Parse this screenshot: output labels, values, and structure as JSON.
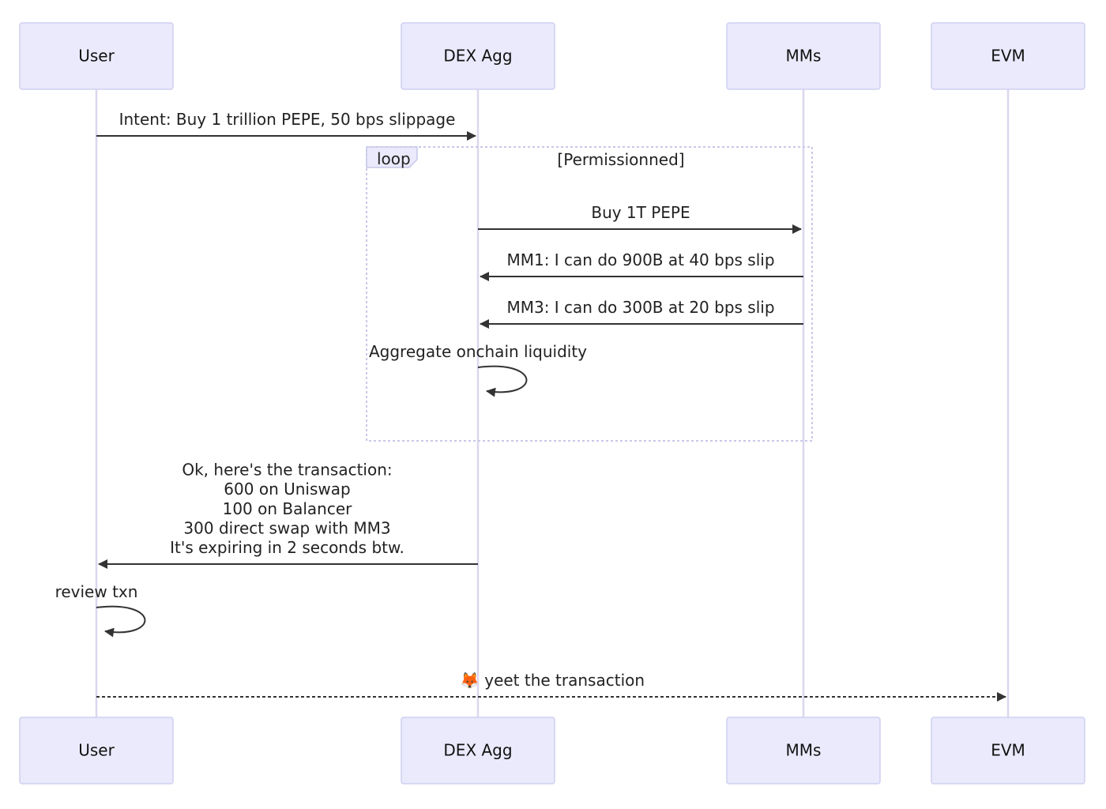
{
  "participants": [
    {
      "id": "user",
      "label": "User"
    },
    {
      "id": "dex",
      "label": "DEX Agg"
    },
    {
      "id": "mms",
      "label": "MMs"
    },
    {
      "id": "evm",
      "label": "EVM"
    }
  ],
  "messages": [
    {
      "id": "m1",
      "from": "user",
      "to": "dex",
      "style": "solid",
      "lines": [
        "Intent: Buy 1 trillion PEPE, 50 bps slippage"
      ]
    },
    {
      "id": "m2",
      "from": "dex",
      "to": "mms",
      "style": "solid",
      "lines": [
        "Buy 1T PEPE"
      ]
    },
    {
      "id": "m3",
      "from": "mms",
      "to": "dex",
      "style": "solid",
      "lines": [
        "MM1: I can do 900B at 40 bps slip"
      ]
    },
    {
      "id": "m4",
      "from": "mms",
      "to": "dex",
      "style": "solid",
      "lines": [
        "MM3: I can do 300B at 20 bps slip"
      ]
    },
    {
      "id": "m5",
      "from": "dex",
      "to": "dex",
      "style": "solid",
      "lines": [
        "Aggregate onchain liquidity"
      ]
    },
    {
      "id": "m6",
      "from": "dex",
      "to": "user",
      "style": "solid",
      "lines": [
        "Ok, here's the transaction:",
        "600 on Uniswap",
        "100 on Balancer",
        "300 direct swap with MM3",
        "It's expiring in 2 seconds btw."
      ]
    },
    {
      "id": "m7",
      "from": "user",
      "to": "user",
      "style": "solid",
      "lines": [
        "review txn"
      ]
    },
    {
      "id": "m8",
      "from": "user",
      "to": "evm",
      "style": "dashed",
      "lines": [
        "🦊 yeet the transaction"
      ]
    }
  ],
  "loop": {
    "keyword": "loop",
    "condition": "[Permissionned]"
  },
  "colors": {
    "actor_fill": "#eaeafc",
    "actor_stroke": "#cfcff2",
    "lifeline": "#dcd6ee",
    "arrow": "#333333",
    "loop_frame": "#c8c8ea"
  }
}
